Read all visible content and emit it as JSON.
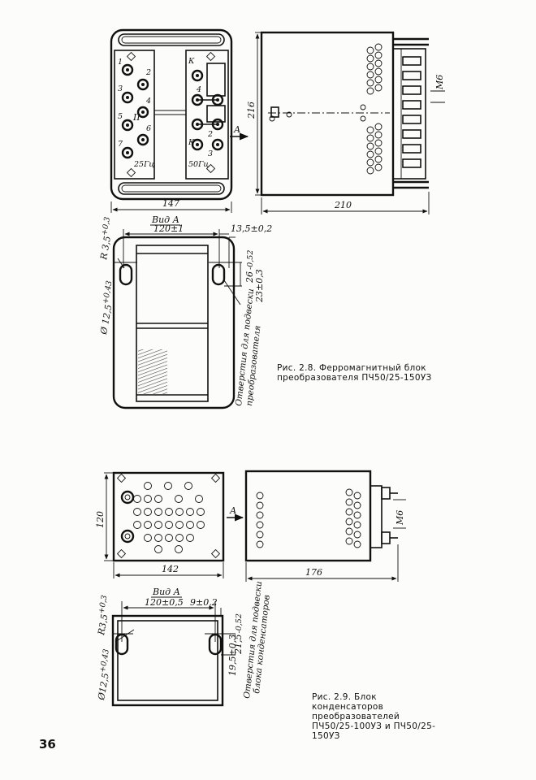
{
  "figure_1": {
    "caption": "Рис. 2.8. Ферромагнитный блок преобразователя ПЧ50/25-150УЗ",
    "front_view": {
      "terminal_numbers": [
        "1",
        "2",
        "3",
        "4",
        "5",
        "6",
        "7"
      ],
      "roman_numeral": "II",
      "frequency_label_left": "25Гц",
      "right_panel_labels": [
        "К",
        "4",
        "2",
        "К",
        "3"
      ],
      "frequency_label_right": "50Гц",
      "width_dim": "147"
    },
    "side_view": {
      "height_dim": "216",
      "depth_dim": "210",
      "thread_label": "М6",
      "view_arrow_label": "А"
    },
    "view_a": {
      "title": "Вид А",
      "spacing_dim": "120±1",
      "radius_dim": "R 3,5",
      "radius_tol": "+0,3",
      "diameter_dim": "Ø 12,5",
      "diameter_tol": "+0,43",
      "offset_dim": "13,5±0,2",
      "slot_dim_1": "26",
      "slot_dim_1_tol": "-0,52",
      "slot_dim_2": "23±0,3",
      "hole_note_line1": "Отверстия для подвески",
      "hole_note_line2": "преобразователя"
    }
  },
  "figure_2": {
    "caption": "Рис. 2.9. Блок конденсаторов преобразователей ПЧ50/25-100УЗ и ПЧ50/25-150УЗ",
    "front_view": {
      "width_dim": "142",
      "height_dim": "120"
    },
    "side_view": {
      "depth_dim": "176",
      "thread_label": "М6",
      "view_arrow_label": "А"
    },
    "view_a": {
      "title": "Вид А",
      "spacing_dim": "120±0,5",
      "offset_dim": "9±0,2",
      "radius_dim": "R3,5",
      "radius_tol": "+0,3",
      "diameter_dim": "Ø12,5",
      "diameter_tol": "+0,43",
      "slot_dim_1": "21,5",
      "slot_dim_1_tol": "-0,52",
      "slot_dim_2": "19,5±0,3",
      "hole_note_line1": "Отверстия для подвески",
      "hole_note_line2": "блока конденсаторов"
    }
  },
  "page_number": "36"
}
